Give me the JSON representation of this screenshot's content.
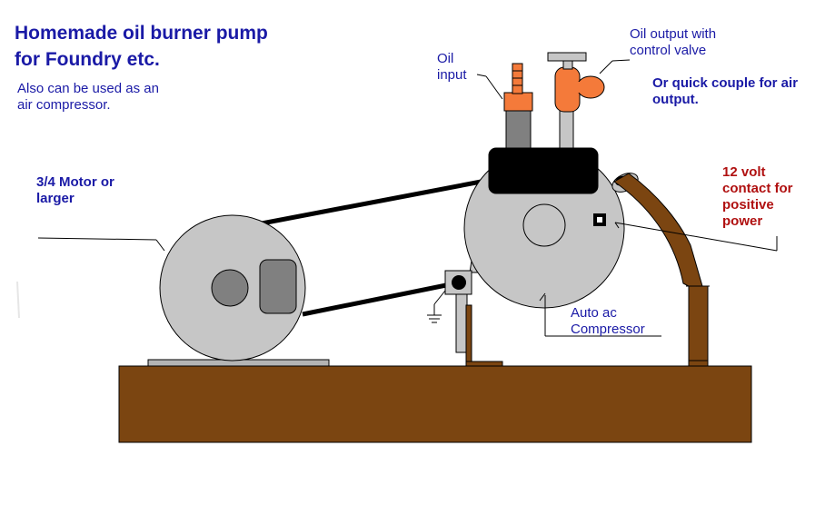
{
  "title_line1": "Homemade oil burner pump",
  "title_line2": "for Foundry etc.",
  "subtitle_line1": "Also can be used as an",
  "subtitle_line2": "air compressor.",
  "motor_label_line1": "3/4 Motor or",
  "motor_label_line2": "larger",
  "oil_input_line1": "Oil",
  "oil_input_line2": "input",
  "oil_output_line1": "Oil output with",
  "oil_output_line2": "control valve",
  "quick_couple_line1": "Or quick couple for air",
  "quick_couple_line2": "output.",
  "volt_line1": "12 volt",
  "volt_line2": "contact for",
  "volt_line3": "positive",
  "volt_line4": "power",
  "compressor_line1": "Auto ac",
  "compressor_line2": "Compressor",
  "colors": {
    "title_blue": "#1a1aa6",
    "label_red": "#b01010",
    "wood": "#7b4511",
    "fitting_orange": "#f47a3a",
    "grey": "#c6c6c6",
    "black": "#000000"
  }
}
